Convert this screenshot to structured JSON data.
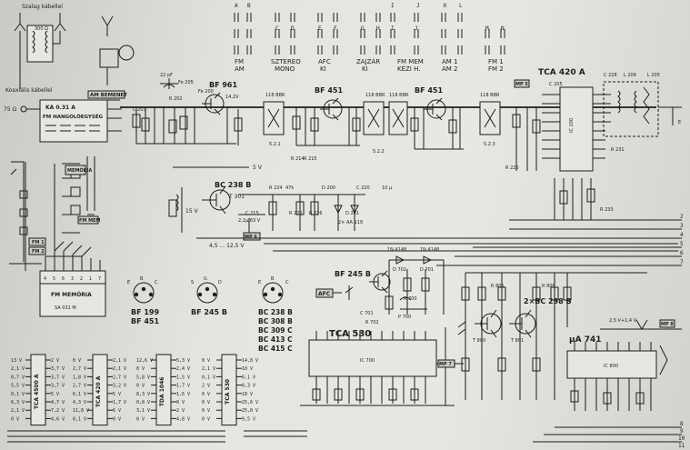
{
  "switch_labels": {
    "top_letters": [
      "C",
      "D",
      "E",
      "F",
      "G",
      "H",
      "I",
      "J",
      "M",
      "N"
    ],
    "groups": [
      {
        "lines": [
          "FM",
          "AM"
        ]
      },
      {
        "lines": [
          "SZTEREO",
          "MONO"
        ]
      },
      {
        "lines": [
          "AFC",
          "KI"
        ]
      },
      {
        "lines": [
          "ZAJZÁR",
          "KI"
        ]
      },
      {
        "lines": [
          "FM MEM",
          "KÉZI H."
        ]
      },
      {
        "lines": [
          "AM 1",
          "AM 2"
        ]
      },
      {
        "lines": [
          "FM 1",
          "FM 2"
        ]
      }
    ]
  },
  "antenna": {
    "title": "Szalag kábellel",
    "coax_label": "Koaxiális kábellel",
    "ohm_300": "300 Ω",
    "ohm_75": "75 Ω"
  },
  "tuner": {
    "block_label_1": "KA 0.31 A",
    "block_label_2": "FM HANGOLÓEGYSÉG",
    "am_label": "AM BEMENET",
    "fm_label": "FM 1",
    "fm2_label": "FM 2",
    "memory_label": "MEMÓRIA",
    "fm_mem_label": "FM MEM"
  },
  "components": {
    "bf961": "BF 961",
    "bf451_a": "BF 451",
    "bf451_b": "BF 451",
    "tca420a": "TCA 420 A",
    "bc238b": "BC 238 B",
    "t301": "T 301",
    "bf245b": "BF 245 B",
    "tca530": "TCA 530",
    "bc238b_pair": "2×BC 238 B",
    "ua741": "µA 741",
    "fm_memory": "FM MEMÓRIA",
    "sa031m": "SA 031 M",
    "afc": "AFC",
    "diodes_a": "1N 4148",
    "diodes_b": "1N 4148",
    "voltage_5v": "5 V",
    "voltage_15v": "15 V",
    "voltage_range": "4,5 ... 12,5 V",
    "filters": [
      "118 BBR",
      "118 BBR",
      "118 BBR",
      "118 BBR"
    ]
  },
  "pinouts": [
    {
      "pins": [
        "E",
        "B",
        "C"
      ],
      "types": [
        "BF 199",
        "BF 451"
      ]
    },
    {
      "pins": [
        "S",
        "G",
        "D"
      ],
      "types": [
        "BF 245 B"
      ]
    },
    {
      "pins": [
        "E",
        "B",
        "C"
      ],
      "types": [
        "BC 238 B",
        "BC 308 B",
        "BC 309 C",
        "BC 413 C",
        "BC 415 C"
      ]
    }
  ],
  "ic_tables": [
    {
      "name": "TCA 4500 A",
      "left": [
        "13 V",
        "2,1 V",
        "0,7 V",
        "5,5 V",
        "0,1 V",
        "6,3 V",
        "2,1 V",
        "0 V"
      ],
      "right": [
        "2 V",
        "3,7 V",
        "3,7 V",
        "3,7 V",
        "5 V",
        "4,7 V",
        "7,2 V",
        "4,6 V"
      ]
    },
    {
      "name": "TCA 420 A",
      "left": [
        "0 V",
        "2,7 V",
        "1,8 V",
        "2,7 V",
        "6,1 V",
        "4,3 V",
        "11,8 V",
        "0,1 V"
      ],
      "right": [
        "2,1 V",
        "2,1 V",
        "2,7 V",
        "3,2 V",
        "5 V",
        "1,7 V",
        "6 V",
        "0 V"
      ]
    },
    {
      "name": "TDA 1046",
      "left": [
        "12,6 V",
        "0 V",
        "5,8 V",
        "0 V",
        "8,3 V",
        "0,8 V",
        "3,1 V",
        "0 V"
      ],
      "right": [
        "5,3 V",
        "2,4 V",
        "1,5 V",
        "1,7 V",
        "1,6 V",
        "0 V",
        "2 V",
        "4,8 V"
      ]
    },
    {
      "name": "TCA 530",
      "left": [
        "0 V",
        "2,1 V",
        "0,1 V",
        "2 V",
        "0 V",
        "0 V",
        "0 V",
        "0 V"
      ],
      "right": [
        "14,8 V",
        "10 V",
        "0,1 V",
        "8,3 V",
        "18 V",
        "25,6 V",
        "25,8 V",
        "9,5 V"
      ]
    }
  ]
}
